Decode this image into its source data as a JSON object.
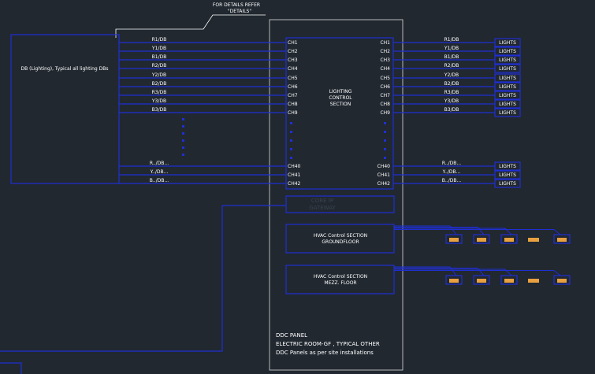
{
  "note": {
    "line1": "FOR DETAILS REFER",
    "line2": "\"DETAILS\""
  },
  "db_panel": {
    "label": "DB (Lighting), Typical all lighting DBs"
  },
  "lcs": {
    "label": [
      "LIGHTING",
      "CONTROL",
      "SECTION"
    ]
  },
  "circuits": [
    {
      "db": "R1/DB",
      "ch": "CH1"
    },
    {
      "db": "Y1/DB",
      "ch": "CH2"
    },
    {
      "db": "B1/DB",
      "ch": "CH3"
    },
    {
      "db": "R2/DB",
      "ch": "CH4"
    },
    {
      "db": "Y2/DB",
      "ch": "CH5"
    },
    {
      "db": "B2/DB",
      "ch": "CH6"
    },
    {
      "db": "R3/DB",
      "ch": "CH7"
    },
    {
      "db": "Y3/DB",
      "ch": "CH8"
    },
    {
      "db": "B3/DB",
      "ch": "CH9"
    },
    {
      "db": "R../DB...",
      "ch": "CH40"
    },
    {
      "db": "Y../DB...",
      "ch": "CH41"
    },
    {
      "db": "B../DB...",
      "ch": "CH42"
    }
  ],
  "lights_label": "LIGHTS",
  "gateway": {
    "line1": "CORE IP",
    "line2": "GATEWAY"
  },
  "hvac": [
    {
      "line1": "HVAC Control SECTION",
      "line2": "GROUNDFLOOR"
    },
    {
      "line1": "HVAC Control SECTION",
      "line2": "MEZZ. FLOOR"
    }
  ],
  "ddc": {
    "lines": [
      "DDC PANEL",
      "ELECTRIC ROOM-GF ,    TYPICAL OTHER",
      "DDC Panels as per site installations"
    ]
  },
  "colors": {
    "background": "#212830",
    "wire": "#1f2fd4",
    "panel": "#c8c8c8",
    "unit": "#e8a040",
    "text": "#ffffff"
  }
}
